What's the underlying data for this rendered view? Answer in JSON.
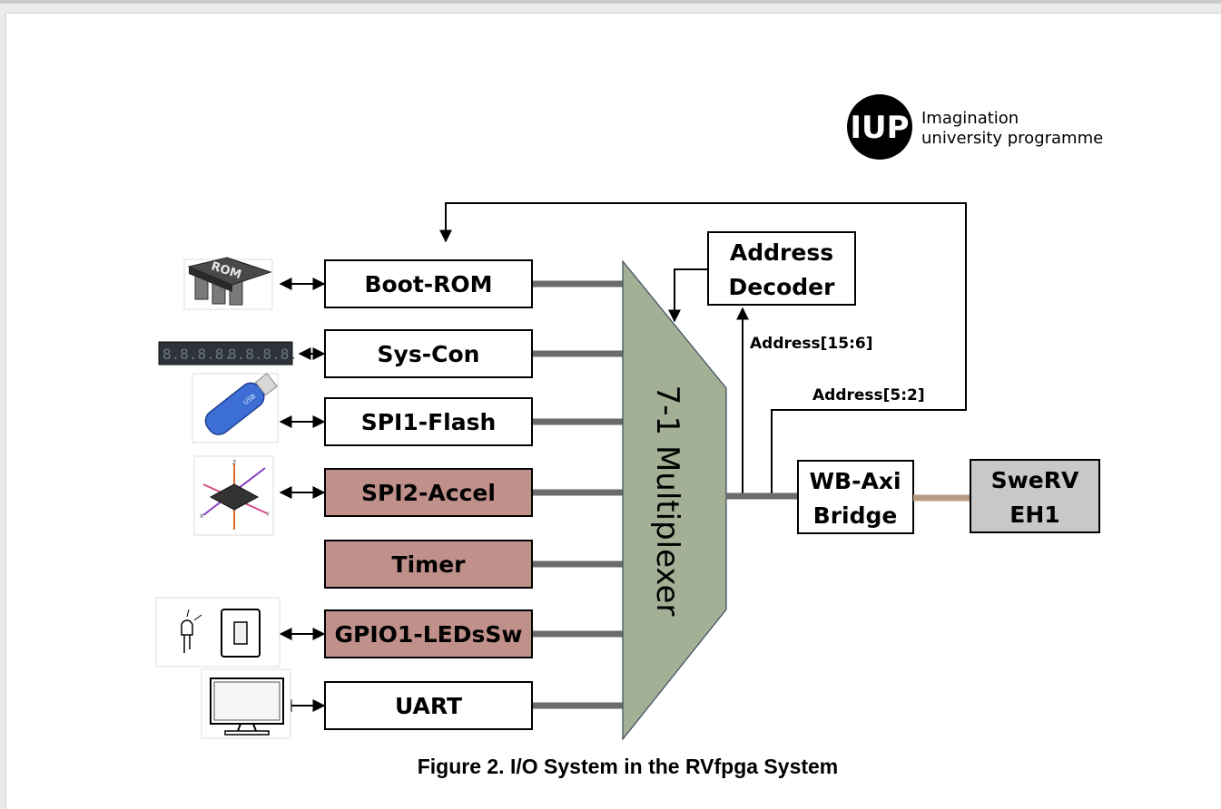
{
  "logo": {
    "mark": "IUP",
    "line1": "Imagination",
    "line2": "university programme"
  },
  "blocks": [
    {
      "label": "Boot-ROM",
      "fill": "#ffffff"
    },
    {
      "label": "Sys-Con",
      "fill": "#ffffff"
    },
    {
      "label": "SPI1-Flash",
      "fill": "#ffffff"
    },
    {
      "label": "SPI2-Accel",
      "fill": "#c0908a"
    },
    {
      "label": "Timer",
      "fill": "#c0908a"
    },
    {
      "label": "GPIO1-LEDsSw",
      "fill": "#c0908a"
    },
    {
      "label": "UART",
      "fill": "#ffffff"
    }
  ],
  "device_icons": [
    "rom-chip-icon",
    "seven-segment-display-icon",
    "usb-flash-drive-icon",
    "accelerometer-chip-icon",
    "led-and-switch-icon",
    "monitor-icon"
  ],
  "multiplexer": {
    "label": "7-1 Multiplexer",
    "fill": "#a3b095"
  },
  "address_decoder": {
    "line1": "Address",
    "line2": "Decoder"
  },
  "signals": {
    "addr_high": "Address[15:6]",
    "addr_low": "Address[5:2]"
  },
  "bridge": {
    "line1": "WB-Axi",
    "line2": "Bridge"
  },
  "core": {
    "line1": "SweRV",
    "line2": "EH1",
    "fill": "#c8c8c8"
  },
  "bus_colors": {
    "wishbone": "#6b6b6b",
    "axi": "#b99b83"
  },
  "caption": "Figure 2. I/O System in the RVfpga System"
}
